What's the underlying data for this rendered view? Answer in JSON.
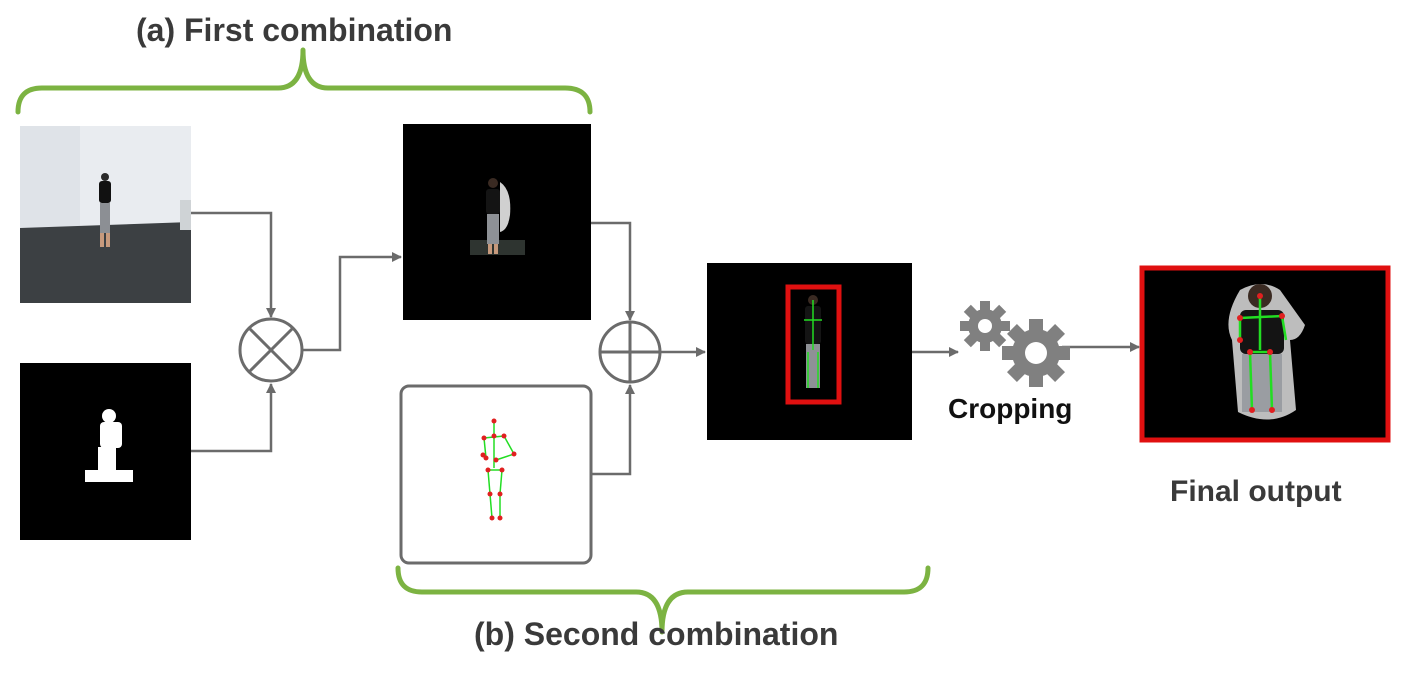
{
  "labels": {
    "first_combination": "(a) First combination",
    "second_combination": "(b) Second combination",
    "cropping": "Cropping",
    "final_output": "Final output"
  },
  "operators": {
    "multiply": "multiply-operator",
    "add": "add-operator"
  },
  "colors": {
    "brace": "#7cb342",
    "arrow": "#6b6b6b",
    "bounding_box": "#e01010",
    "skeleton_joint": "#e02020",
    "skeleton_bone": "#22dd22",
    "gear": "#808080"
  }
}
